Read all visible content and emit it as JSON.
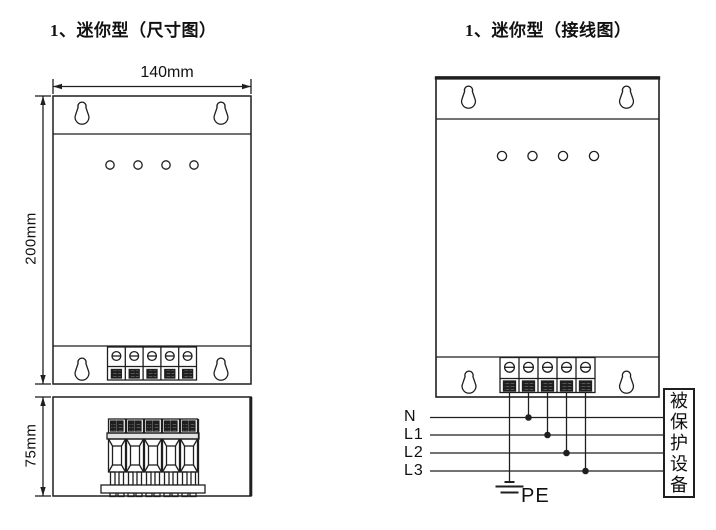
{
  "page": {
    "background": "#ffffff",
    "line_color": "#1f1f1f"
  },
  "left_panel": {
    "title": "1、迷你型（尺寸图）",
    "width_label": "140mm",
    "height_label": "200mm",
    "depth_label": "75mm"
  },
  "right_panel": {
    "title": "1、迷你型（接线图）",
    "wire_labels": [
      "N",
      "L1",
      "L2",
      "L3"
    ],
    "ground_label": "PE",
    "protected_device_label": "被保护设备"
  }
}
